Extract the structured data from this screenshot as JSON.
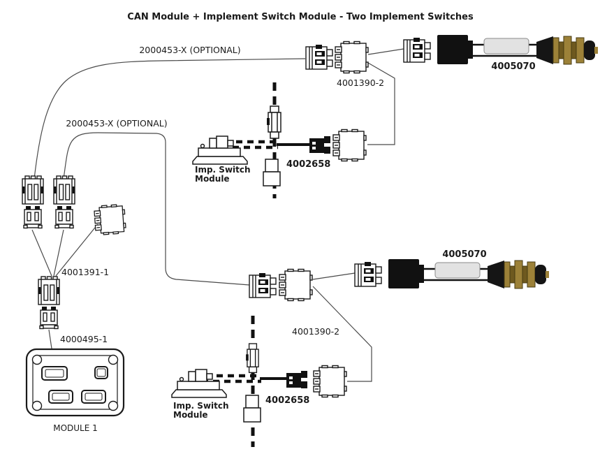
{
  "title": "CAN Module + Implement Switch Module - Two Implement Switches",
  "labels": {
    "optional_top": "2000453-X (OPTIONAL)",
    "optional_mid": "2000453-X (OPTIONAL)",
    "y_cable_top": "4001390-2",
    "y_cable_bottom": "4001390-2",
    "sensor_cable_top": "4005070",
    "sensor_cable_bottom": "4005070",
    "switch_cable_top": "4002658",
    "switch_cable_bottom": "4002658",
    "splitter_cable": "4001391-1",
    "module_cable": "4000495-1",
    "module_name": "MODULE 1",
    "imp_switch_top_line1": "Imp. Switch",
    "imp_switch_top_line2": "Module",
    "imp_switch_bottom_line1": "Imp. Switch",
    "imp_switch_bottom_line2": "Module"
  },
  "colors": {
    "line": "#4a4a4a",
    "cable": "#111111",
    "brass": "#9c8138",
    "brass_dark": "#6e591f",
    "sleeve": "#e2e2e2"
  }
}
